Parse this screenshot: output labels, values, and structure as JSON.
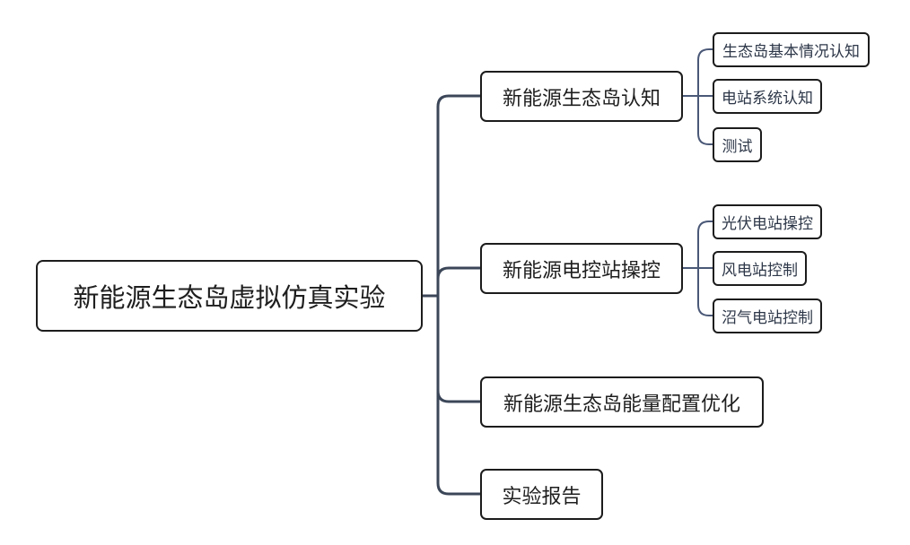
{
  "root": {
    "label": "新能源生态岛虚拟仿真实验"
  },
  "branches": [
    {
      "label": "新能源生态岛认知",
      "children": [
        {
          "label": "生态岛基本情况认知"
        },
        {
          "label": "电站系统认知"
        },
        {
          "label": "测试"
        }
      ]
    },
    {
      "label": "新能源电控站操控",
      "children": [
        {
          "label": "光伏电站操控"
        },
        {
          "label": "风电站控制"
        },
        {
          "label": "沼气电站控制"
        }
      ]
    },
    {
      "label": "新能源生态岛能量配置优化",
      "children": []
    },
    {
      "label": "实验报告",
      "children": []
    }
  ],
  "colors": {
    "background": "#ffffff",
    "connector_main": "#3b4658",
    "connector_sub": "#4a5877",
    "node_border": "#1c1c1c",
    "text_main": "#1e1e1e",
    "text_sub": "#2d3748"
  }
}
